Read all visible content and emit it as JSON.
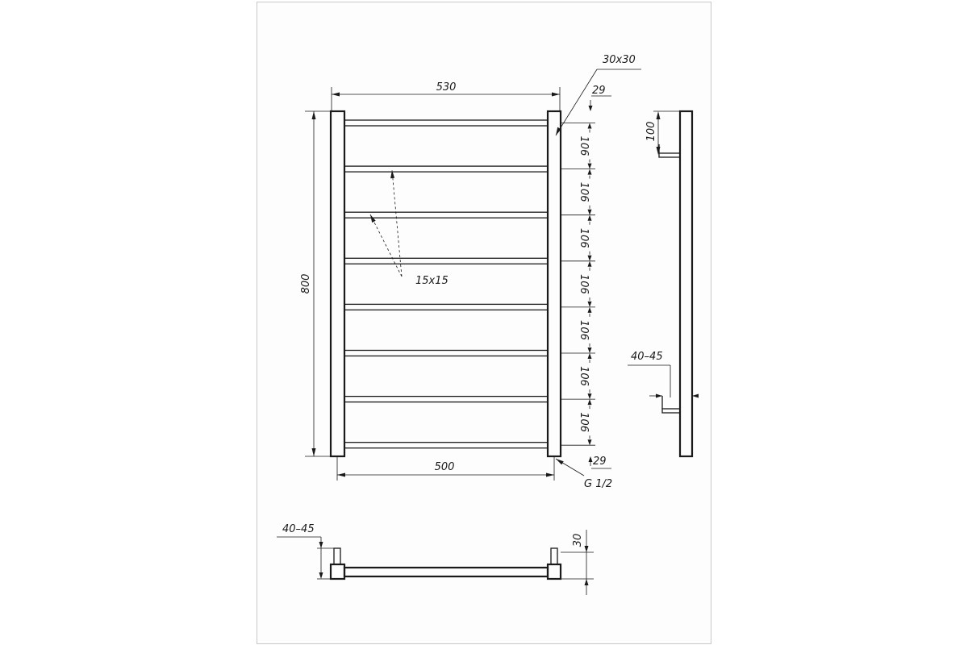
{
  "colors": {
    "ink": "#1a1a1a",
    "paper": "#fdfdfd",
    "sheet_border": "#c8c8c8"
  },
  "front_view": {
    "overall_width": "530",
    "inner_width": "500",
    "overall_height": "800",
    "post_section": "30x30",
    "rung_section": "15x15",
    "top_offset": "29",
    "bottom_offset": "29",
    "rung_pitch": [
      "106",
      "106",
      "106",
      "106",
      "106",
      "106",
      "106"
    ],
    "connection_thread": "G 1/2"
  },
  "side_view": {
    "top_bracket_offset": "100",
    "wall_distance": "40–45"
  },
  "top_view": {
    "wall_distance": "40–45",
    "post_depth": "30"
  }
}
